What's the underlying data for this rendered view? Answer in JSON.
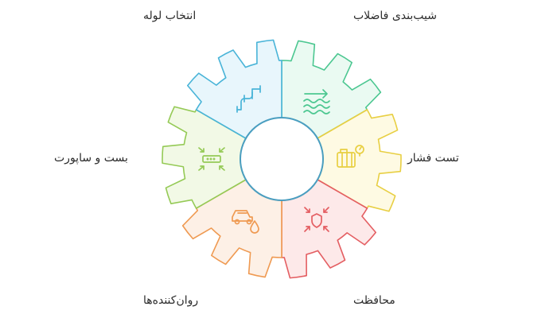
{
  "segments": [
    {
      "label": "شیب‌بندی فاضلاب",
      "icon": "wave-arrow-icon",
      "fill": "#eafaf2",
      "stroke": "#4cc791"
    },
    {
      "label": "تست فشار",
      "icon": "pressure-gauge-icon",
      "fill": "#fefae3",
      "stroke": "#e8cf43"
    },
    {
      "label": "محافظت",
      "icon": "shield-icon",
      "fill": "#fde9e9",
      "stroke": "#e45e62"
    },
    {
      "label": "روان‌کننده‌ها",
      "icon": "car-oil-icon",
      "fill": "#fdf0e6",
      "stroke": "#ef9a52"
    },
    {
      "label": "بست و ساپورت",
      "icon": "clamp-support-icon",
      "fill": "#f2f9e6",
      "stroke": "#95ca56"
    },
    {
      "label": "انتخاب لوله",
      "icon": "pipe-icon",
      "fill": "#e8f6fc",
      "stroke": "#49b4d8"
    }
  ],
  "center_stroke": "#4a9ec0"
}
